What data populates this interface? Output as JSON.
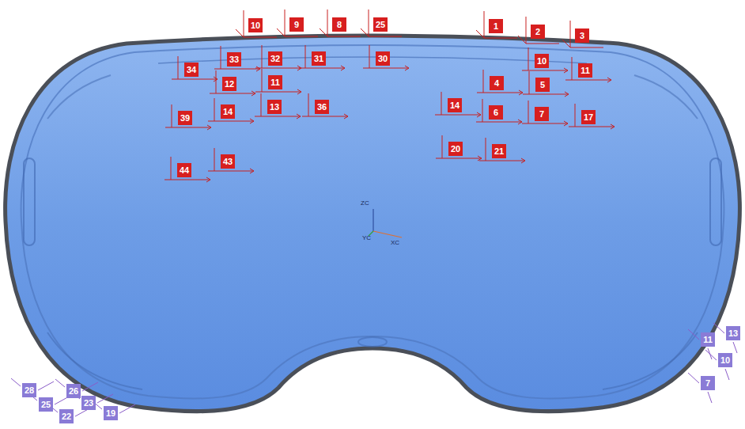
{
  "diagram": {
    "labels": [
      "10",
      "9",
      "8",
      "25",
      "1",
      "2",
      "3",
      "34",
      "33",
      "32",
      "31",
      "30",
      "10",
      "11",
      "12",
      "11",
      "4",
      "5",
      "39",
      "14",
      "13",
      "36",
      "14",
      "6",
      "7",
      "17",
      "20",
      "21",
      "44",
      "43",
      "28",
      "26",
      "25",
      "23",
      "22",
      "19",
      "13",
      "11",
      "10",
      "7",
      "ZC",
      "YC",
      "XC"
    ]
  }
}
